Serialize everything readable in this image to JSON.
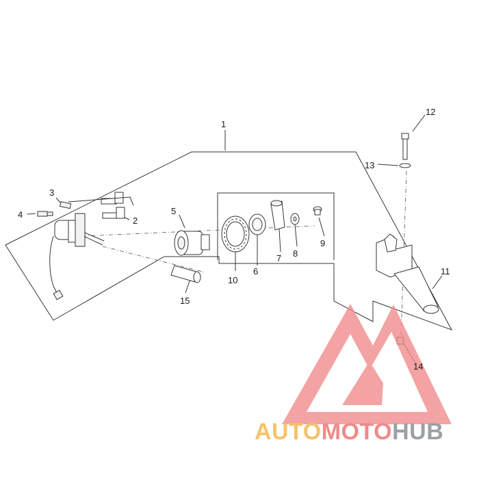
{
  "diagram": {
    "callouts": [
      {
        "id": "c1",
        "text": "1"
      },
      {
        "id": "c2",
        "text": "2"
      },
      {
        "id": "c3",
        "text": "3"
      },
      {
        "id": "c4",
        "text": "4"
      },
      {
        "id": "c5",
        "text": "5"
      },
      {
        "id": "c6",
        "text": "6"
      },
      {
        "id": "c7",
        "text": "7"
      },
      {
        "id": "c8",
        "text": "8"
      },
      {
        "id": "c9",
        "text": "9"
      },
      {
        "id": "c10",
        "text": "10"
      },
      {
        "id": "c11",
        "text": "11"
      },
      {
        "id": "c12",
        "text": "12"
      },
      {
        "id": "c13",
        "text": "13"
      },
      {
        "id": "c14",
        "text": "14"
      },
      {
        "id": "c15",
        "text": "15"
      }
    ]
  },
  "watermark": {
    "part1": "AUTO",
    "part2": "MOTO",
    "part3": "HUB",
    "colors": {
      "triangle": "#f08a8a",
      "auto": "#f6c26d",
      "moto": "#f08a8a",
      "hub": "#9aa0a6"
    }
  }
}
